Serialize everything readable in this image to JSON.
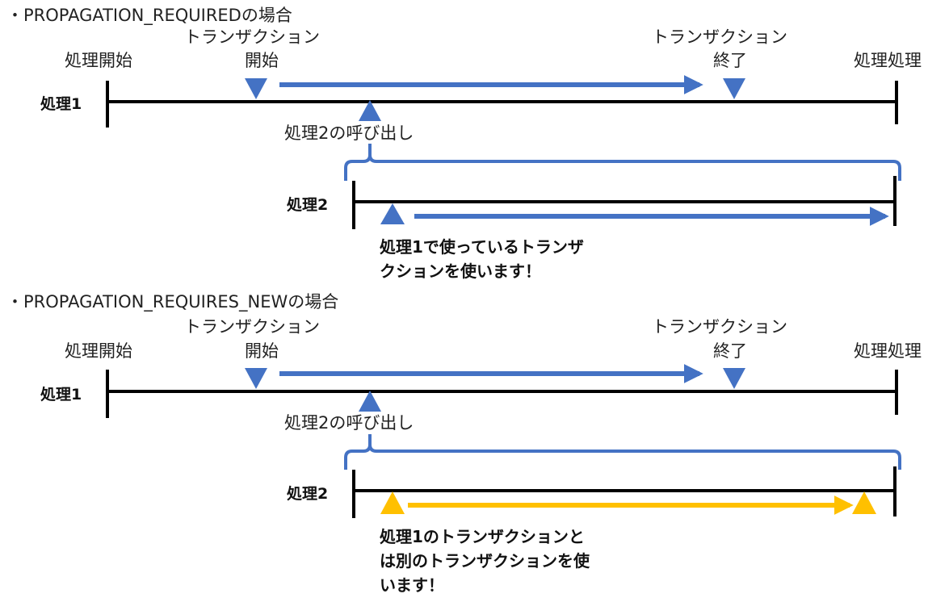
{
  "colors": {
    "line": "#000000",
    "blue": "#4472C4",
    "yellow": "#FFC000",
    "text": "#222222"
  },
  "icons": {
    "start": "triangle-down-icon",
    "end": "triangle-down-icon",
    "call": "triangle-up-icon",
    "arrow": "arrow-right-icon"
  },
  "sections": [
    {
      "heading": "・PROPAGATION_REQUIREDの場合",
      "process_start": "処理開始",
      "tx_start_line1": "トランザクション",
      "tx_start_line2": "開始",
      "tx_end_line1": "トランザクション",
      "tx_end_line2": "終了",
      "process_end": "処理処理",
      "process1": "処理1",
      "call": "処理2の呼び出し",
      "process2": "処理2",
      "note_lines": [
        "処理1で使っているトランザ",
        "クションを使います！"
      ]
    },
    {
      "heading": "・PROPAGATION_REQUIRES_NEWの場合",
      "process_start": "処理開始",
      "tx_start_line1": "トランザクション",
      "tx_start_line2": "開始",
      "tx_end_line1": "トランザクション",
      "tx_end_line2": "終了",
      "process_end": "処理処理",
      "process1": "処理1",
      "call": "処理2の呼び出し",
      "process2": "処理2",
      "note_lines": [
        "処理1のトランザクションと",
        "は別のトランザクションを使",
        "います！"
      ]
    }
  ]
}
